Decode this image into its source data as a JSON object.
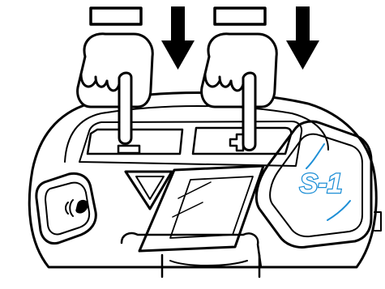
{
  "brand": {
    "logo_text": "S-1",
    "accent_color": "#1e8fd6"
  },
  "instruction": {
    "left_button_symbol": "minus",
    "right_button_symbol": "plus",
    "action": "press-both-simultaneously"
  },
  "icons": {
    "left_hand": "pointing-hand-icon",
    "right_hand": "pointing-hand-icon",
    "left_arrow": "arrow-down-icon",
    "right_arrow": "arrow-down-icon",
    "intercom": "intercom-wave-icon"
  },
  "colors": {
    "line": "#000000",
    "background": "#ffffff"
  }
}
